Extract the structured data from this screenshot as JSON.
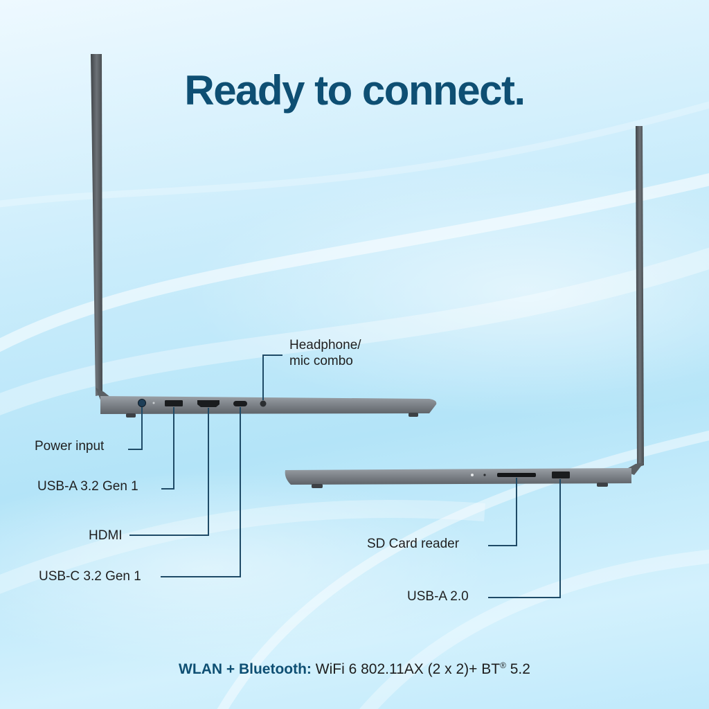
{
  "title": "Ready to connect.",
  "ports_left": {
    "headphone": [
      "Headphone/",
      "mic combo"
    ],
    "power": "Power input",
    "usb_a_32": "USB-A 3.2 Gen 1",
    "hdmi": "HDMI",
    "usb_c_32": "USB-C 3.2 Gen 1"
  },
  "ports_right": {
    "sd_card": "SD Card reader",
    "usb_a_20": "USB-A 2.0"
  },
  "footer": {
    "key": "WLAN + Bluetooth:",
    "value": " WiFi 6 802.11AX (2 x 2)+ BT",
    "sup": "®",
    "tail": " 5.2"
  },
  "colors": {
    "title": "#0e4f73",
    "callout_line": "#1e4a66",
    "laptop_body": "#7c8187",
    "background": "#c9ecfb"
  }
}
